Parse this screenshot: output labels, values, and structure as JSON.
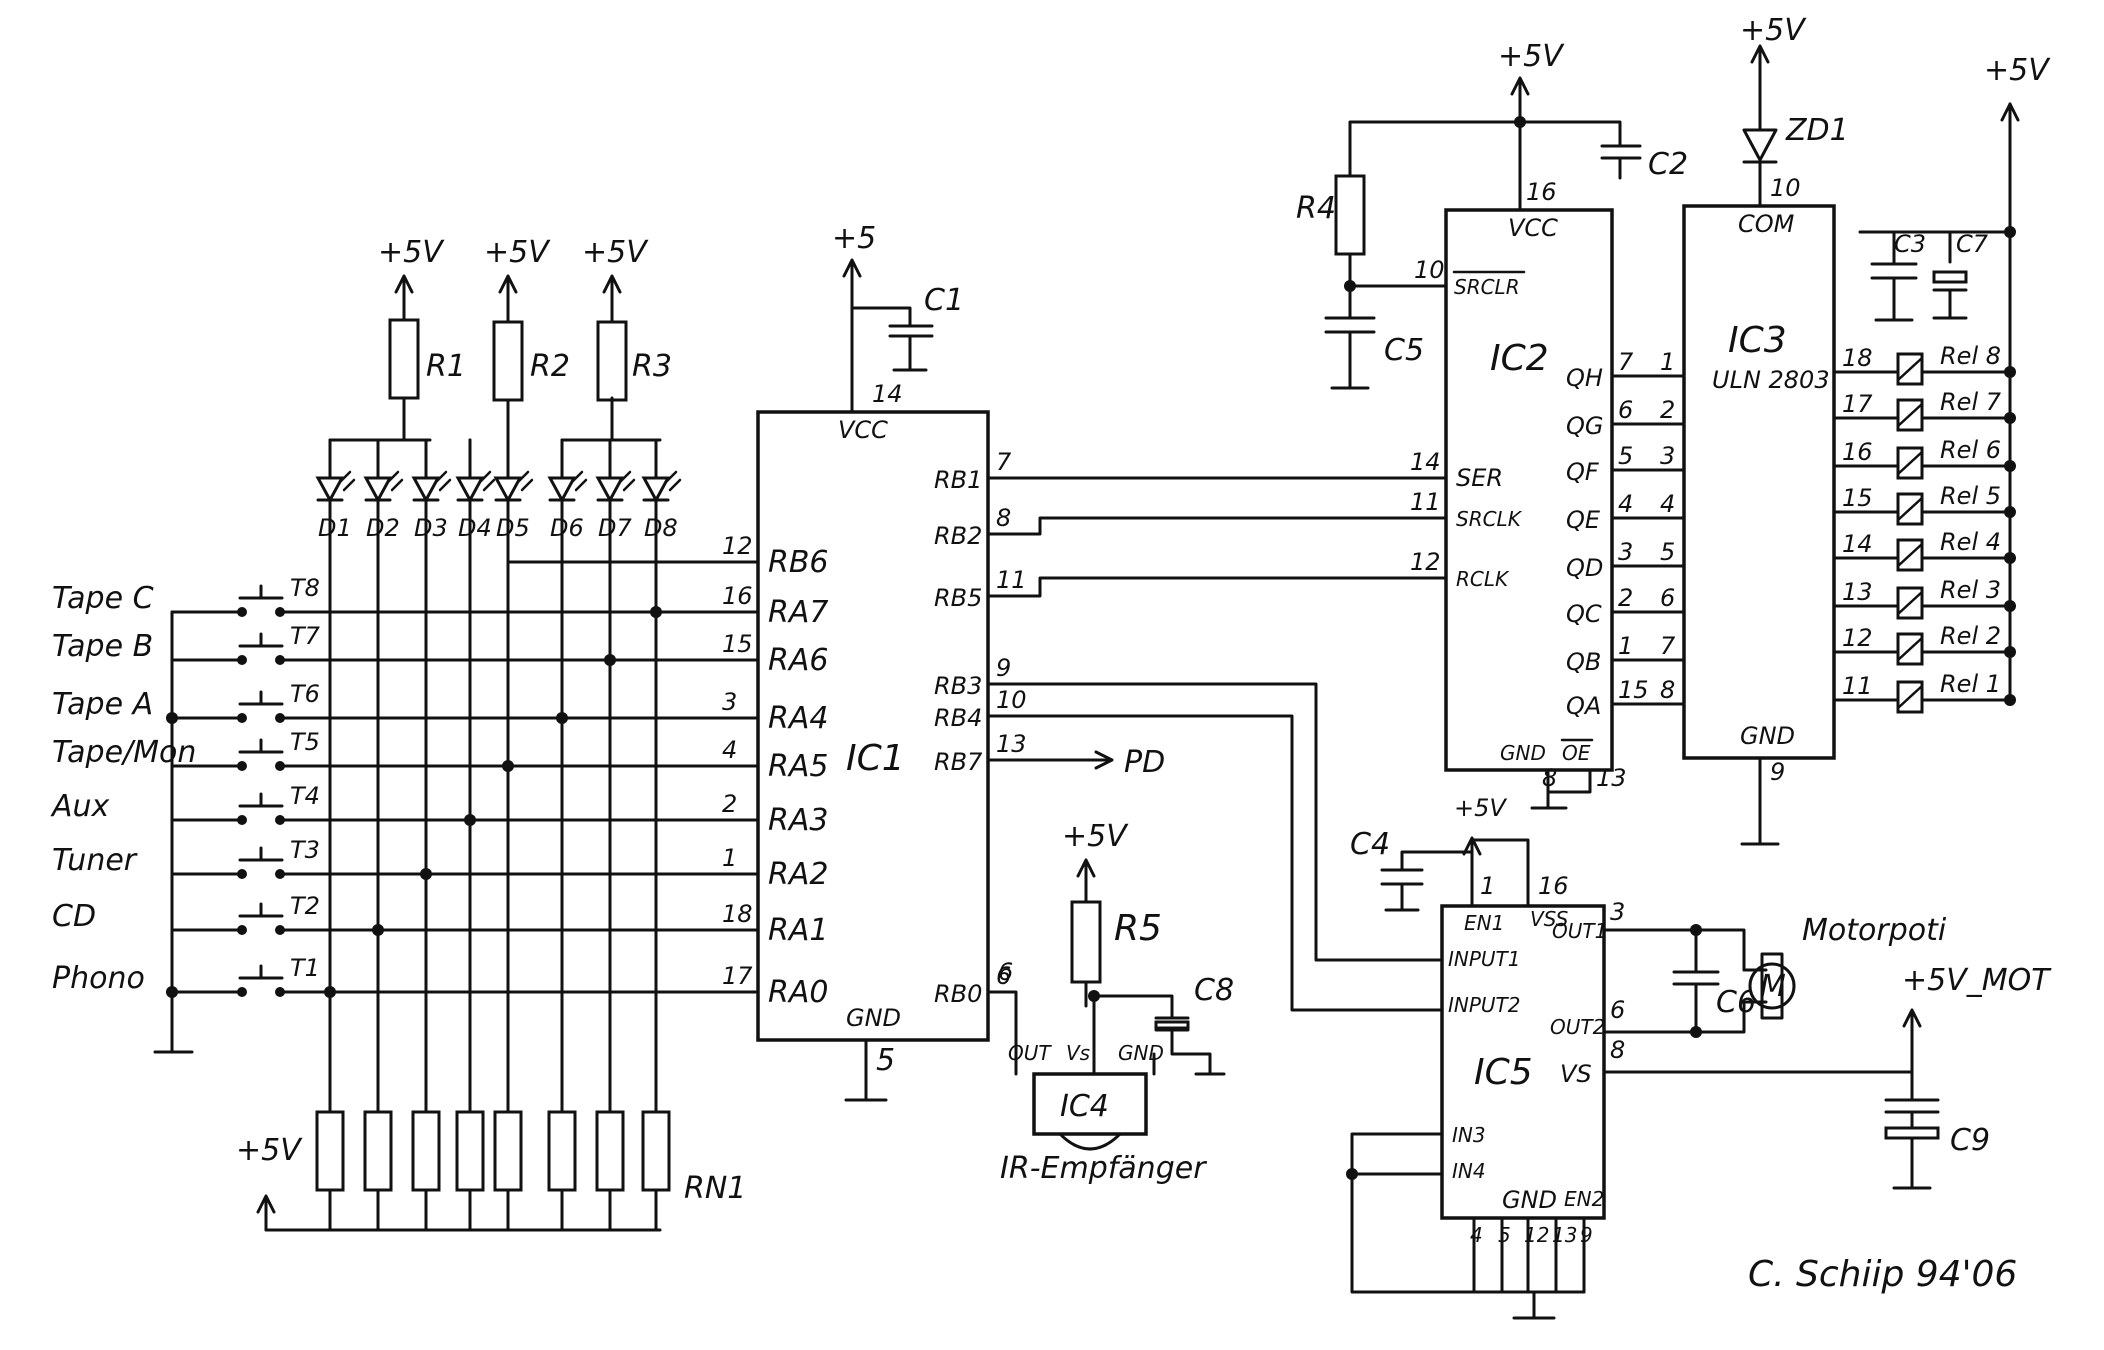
{
  "supply": {
    "p5v": "+5V",
    "p5": "+5",
    "p5v_mot": "+5V_MOT"
  },
  "switches": [
    {
      "source": "Tape C",
      "ref": "T8"
    },
    {
      "source": "Tape B",
      "ref": "T7"
    },
    {
      "source": "Tape A",
      "ref": "T6"
    },
    {
      "source": "Tape/Mon",
      "ref": "T5"
    },
    {
      "source": "Aux",
      "ref": "T4"
    },
    {
      "source": "Tuner",
      "ref": "T3"
    },
    {
      "source": "CD",
      "ref": "T2"
    },
    {
      "source": "Phono",
      "ref": "T1"
    }
  ],
  "leds": [
    "D1",
    "D2",
    "D3",
    "D4",
    "D5",
    "D6",
    "D7",
    "D8"
  ],
  "resistors": {
    "r1": "R1",
    "r2": "R2",
    "r3": "R3",
    "r4": "R4",
    "r5": "R5",
    "rn1": "RN1"
  },
  "capacitors": {
    "c1": "C1",
    "c2": "C2",
    "c3": "C3",
    "c4": "C4",
    "c5": "C5",
    "c6": "C6",
    "c7": "C7",
    "c8": "C8",
    "c9": "C9"
  },
  "ic1": {
    "name": "IC1",
    "vcc": "VCC",
    "gnd": "GND",
    "vcc_pin": "14",
    "gnd_pin": "5",
    "left_pins": [
      {
        "pin": "12",
        "name": "RB6"
      },
      {
        "pin": "16",
        "name": "RA7"
      },
      {
        "pin": "15",
        "name": "RA6"
      },
      {
        "pin": "3",
        "name": "RA4"
      },
      {
        "pin": "4",
        "name": "RA5"
      },
      {
        "pin": "2",
        "name": "RA3"
      },
      {
        "pin": "1",
        "name": "RA2"
      },
      {
        "pin": "18",
        "name": "RA1"
      },
      {
        "pin": "17",
        "name": "RA0"
      }
    ],
    "right_pins": [
      {
        "pin": "7",
        "name": "RB1"
      },
      {
        "pin": "8",
        "name": "RB2"
      },
      {
        "pin": "11",
        "name": "RB5"
      },
      {
        "pin": "9",
        "name": "RB3"
      },
      {
        "pin": "10",
        "name": "RB4"
      },
      {
        "pin": "13",
        "name": "RB7"
      },
      {
        "pin": "6",
        "name": "RB0"
      }
    ],
    "pd": "PD"
  },
  "ic2": {
    "name": "IC2",
    "vcc": "VCC",
    "gnd": "GND",
    "oe": "OE",
    "vcc_pin": "16",
    "gnd_pin": "8",
    "oe_pin": "13",
    "srclr": "SRCLR",
    "srclr_pin": "10",
    "inputs": [
      {
        "pin": "14",
        "name": "SER"
      },
      {
        "pin": "11",
        "name": "SRCLK"
      },
      {
        "pin": "12",
        "name": "RCLK"
      }
    ],
    "outputs": [
      {
        "pin": "7",
        "name": "QH"
      },
      {
        "pin": "6",
        "name": "QG"
      },
      {
        "pin": "5",
        "name": "QF"
      },
      {
        "pin": "4",
        "name": "QE"
      },
      {
        "pin": "3",
        "name": "QD"
      },
      {
        "pin": "2",
        "name": "QC"
      },
      {
        "pin": "1",
        "name": "QB"
      },
      {
        "pin": "15",
        "name": "QA"
      }
    ]
  },
  "ic3": {
    "name": "IC3",
    "part": "ULN 2803",
    "com": "COM",
    "gnd": "GND",
    "com_pin": "10",
    "gnd_pin": "9",
    "in_pins": [
      "1",
      "2",
      "3",
      "4",
      "5",
      "6",
      "7",
      "8"
    ],
    "out_pins": [
      "18",
      "17",
      "16",
      "15",
      "14",
      "13",
      "12",
      "11"
    ]
  },
  "relays": [
    "Rel 8",
    "Rel 7",
    "Rel 6",
    "Rel 5",
    "Rel 4",
    "Rel 3",
    "Rel 2",
    "Rel 1"
  ],
  "zener": "ZD1",
  "ic4": {
    "name": "IC4",
    "out": "OUT",
    "vs": "Vs",
    "gnd": "GND",
    "caption": "IR-Empfänger",
    "rb0_pin": "6"
  },
  "ic5": {
    "name": "IC5",
    "en1": "EN1",
    "vss": "VSS",
    "en1_pin": "1",
    "vss_pin": "16",
    "input1": "INPUT1",
    "input2": "INPUT2",
    "in3": "IN3",
    "in4": "IN4",
    "out1": "OUT1",
    "out2": "OUT2",
    "vs": "VS",
    "out1_pin": "3",
    "out2_pin": "6",
    "vs_pin": "8",
    "gnd": "GND",
    "en2": "EN2",
    "bottom_pins": [
      "4",
      "5",
      "12",
      "13",
      "9"
    ]
  },
  "motor": {
    "label": "Motorpoti",
    "symbol": "M"
  },
  "signature": "C. Schiip 94'06"
}
